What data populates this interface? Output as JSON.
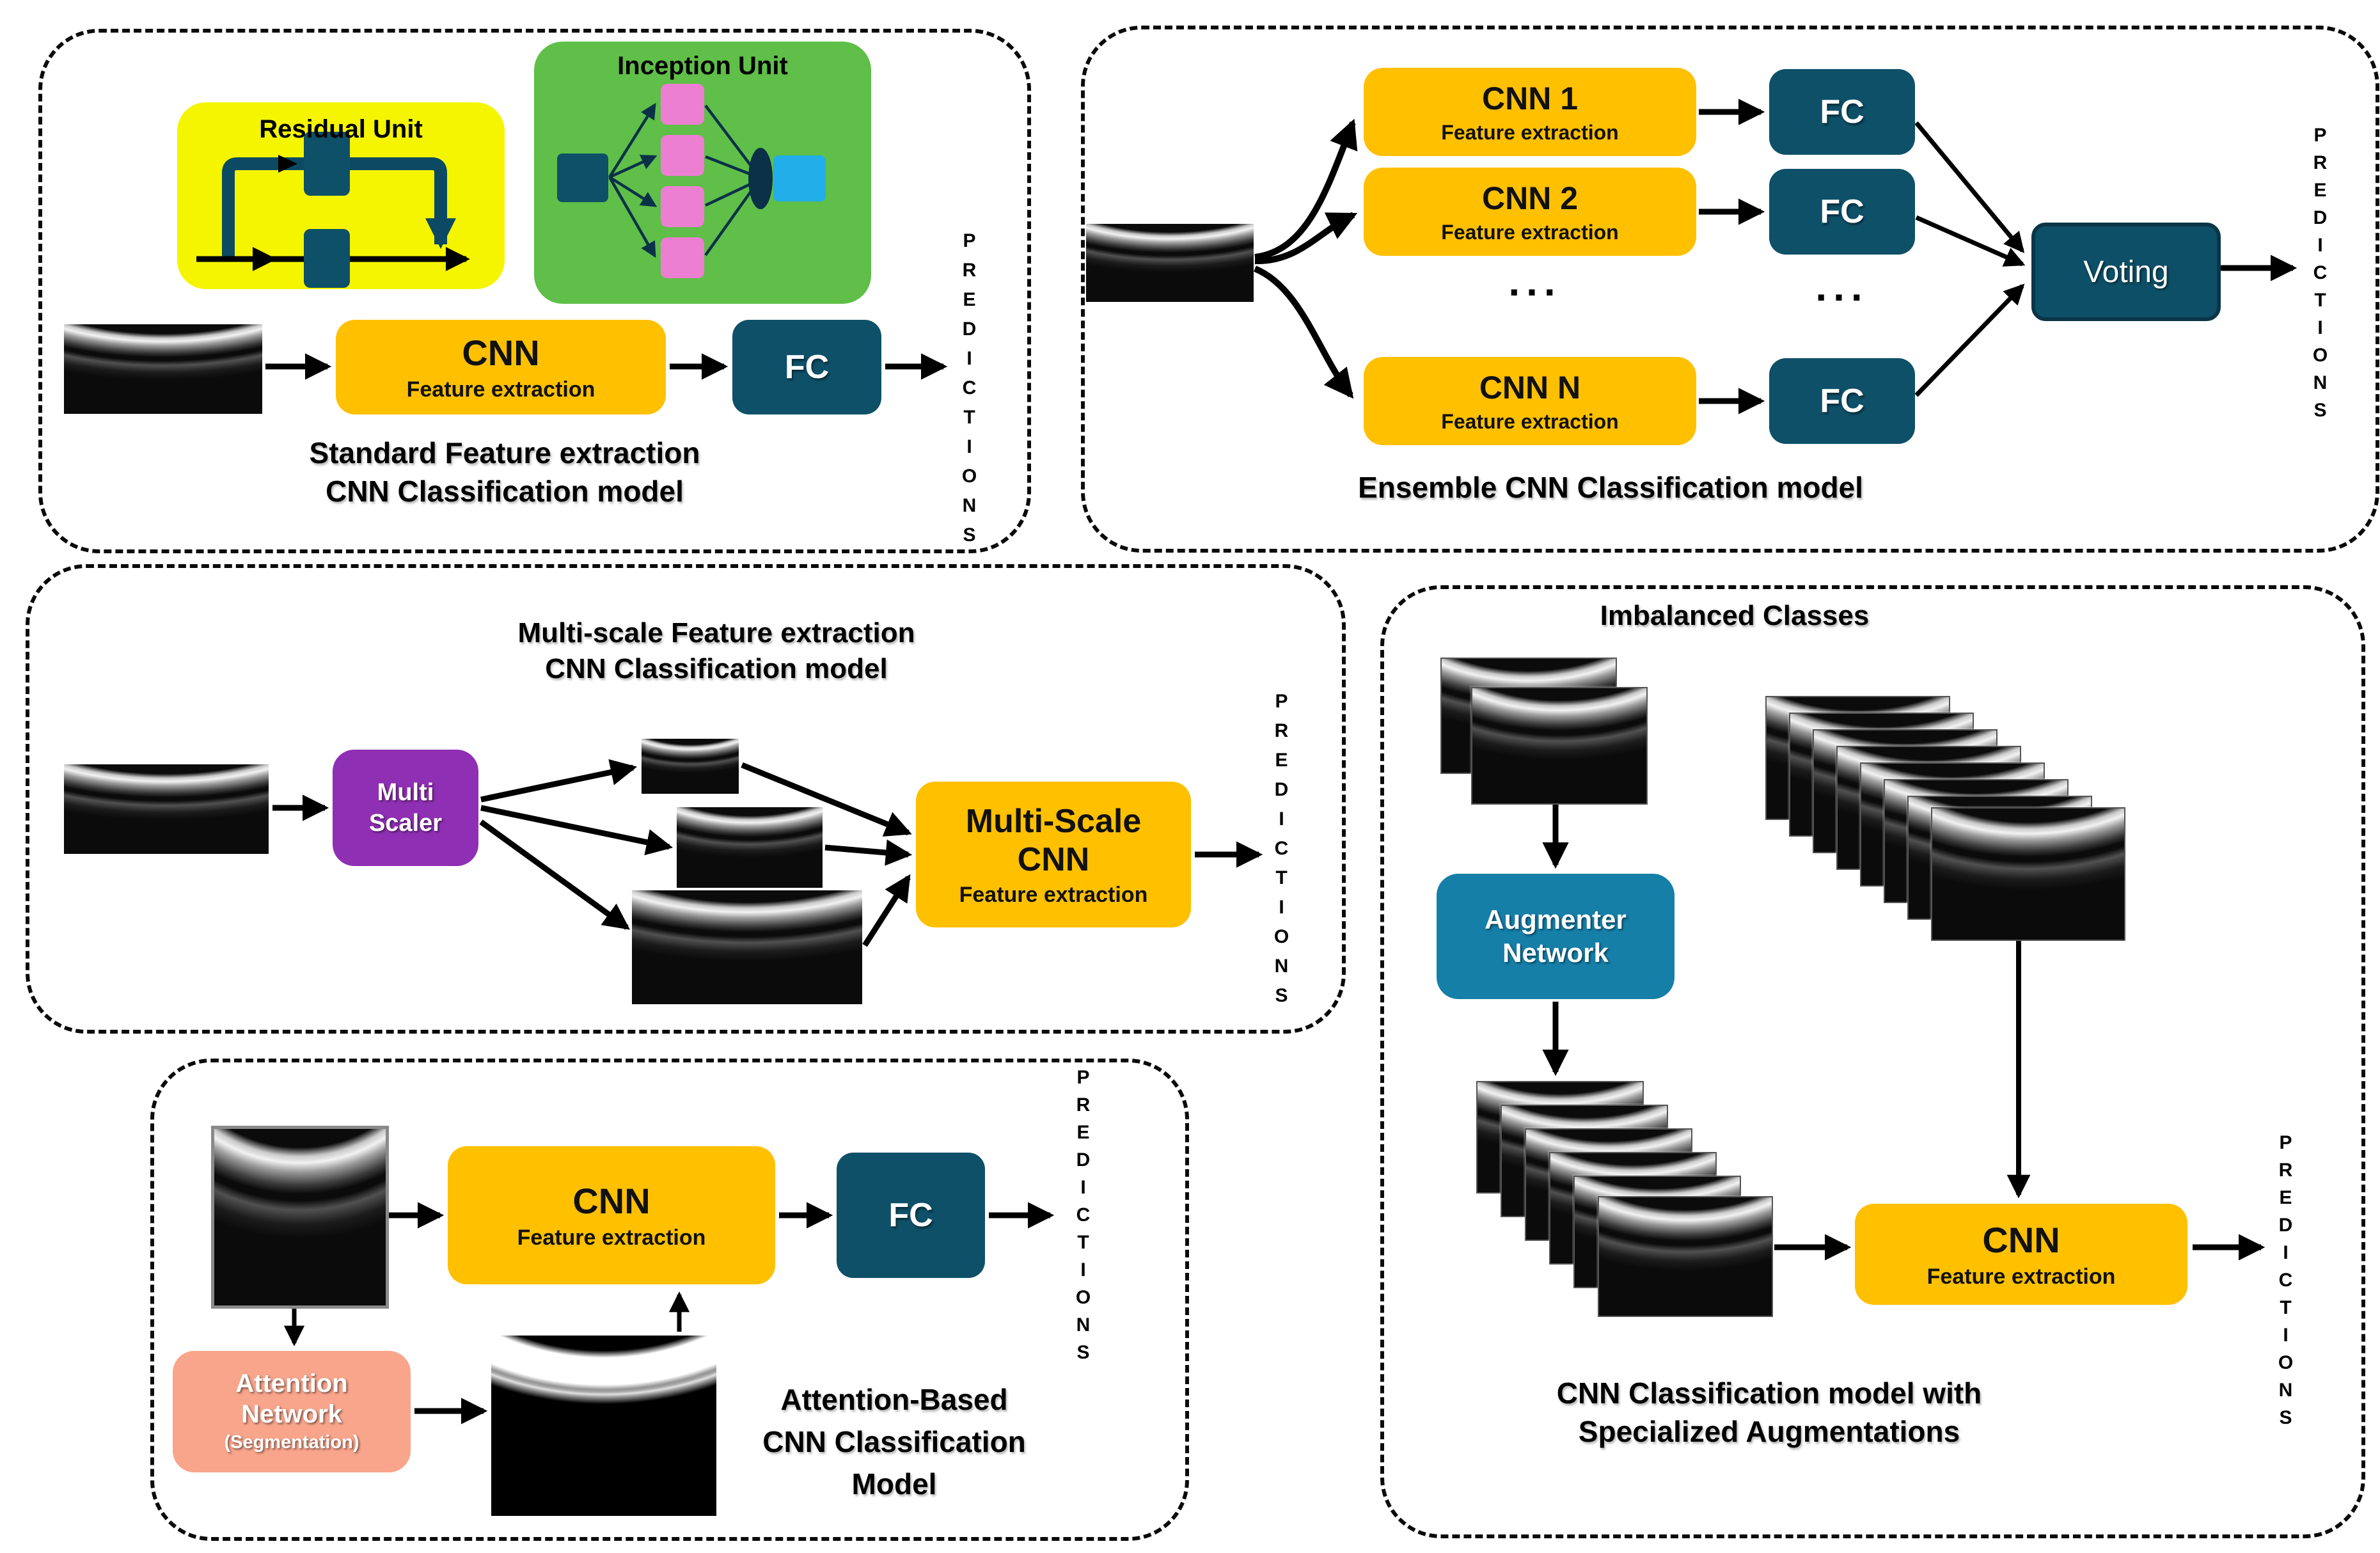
{
  "shared": {
    "predictions": "PREDICTIONS",
    "dots": "..."
  },
  "standard_panel": {
    "residual_unit_title": "Residual Unit",
    "inception_unit_title": "Inception Unit",
    "cnn_title": "CNN",
    "cnn_subtitle": "Feature extraction",
    "fc_label": "FC",
    "caption_line1": "Standard Feature extraction",
    "caption_line2": "CNN Classification model"
  },
  "ensemble_panel": {
    "cnn_boxes": [
      {
        "title": "CNN 1",
        "subtitle": "Feature extraction"
      },
      {
        "title": "CNN 2",
        "subtitle": "Feature extraction"
      },
      {
        "title": "CNN N",
        "subtitle": "Feature extraction"
      }
    ],
    "fc_label": "FC",
    "voting_label": "Voting",
    "caption": "Ensemble CNN Classification model"
  },
  "multiscale_panel": {
    "title_line1": "Multi-scale Feature extraction",
    "title_line2": "CNN Classification model",
    "scaler_line1": "Multi",
    "scaler_line2": "Scaler",
    "cnn_line1": "Multi-Scale",
    "cnn_line2": "CNN",
    "cnn_subtitle": "Feature extraction"
  },
  "attention_panel": {
    "cnn_title": "CNN",
    "cnn_subtitle": "Feature extraction",
    "fc_label": "FC",
    "attention_line1": "Attention",
    "attention_line2": "Network",
    "attention_line3": "(Segmentation)",
    "caption_line1": "Attention-Based",
    "caption_line2": "CNN Classification",
    "caption_line3": "Model"
  },
  "augmentation_panel": {
    "title": "Imbalanced Classes",
    "augmenter_line1": "Augmenter",
    "augmenter_line2": "Network",
    "cnn_title": "CNN",
    "cnn_subtitle": "Feature extraction",
    "caption_line1": "CNN Classification model with",
    "caption_line2": "Specialized Augmentations"
  },
  "colors": {
    "cnn_box": "#FFC000",
    "fc_box": "#0E5068",
    "voting_box": "#0D4F66",
    "residual_bg": "#F5F500",
    "inception_bg": "#5FBF48",
    "pink_block": "#EC7FD2",
    "input_block": "#0E5068",
    "output_block": "#22AEE8",
    "scaler_box": "#8F2FB3",
    "attention_box": "#F8A58B",
    "augmenter_box": "#157FA8",
    "arrow": "#000000"
  }
}
